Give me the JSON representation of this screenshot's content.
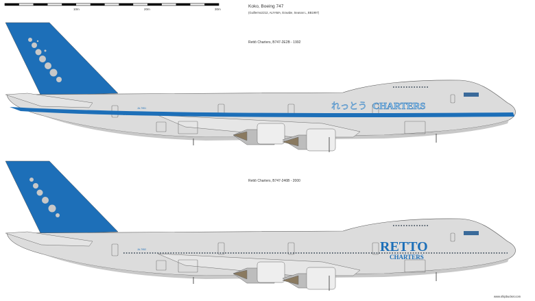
{
  "scale": {
    "labels": [
      "10m",
      "20m",
      "30m"
    ]
  },
  "header": {
    "title": "Koko, Boeing 747",
    "credits": "(Guillermo2212, ALYAMA, Ecwabe, Seanan L, BB1997)"
  },
  "profiles": [
    {
      "caption": "Rettō Charters, B747-2E2B - 1992",
      "logo_jp": "れっとう",
      "logo_en": "CHARTERS",
      "registration": "JA-7951"
    },
    {
      "caption": "Rettō Charters, B747-246B - 2000",
      "logo_main": "RETTO",
      "logo_sub": "CHARTERS",
      "registration": "JA-7952"
    }
  ],
  "footer": {
    "watermark": "www.shipbucket.com"
  },
  "colors": {
    "livery_blue": "#1d6fb8",
    "fuselage": "#dcdcdc",
    "belly": "#ececec"
  }
}
